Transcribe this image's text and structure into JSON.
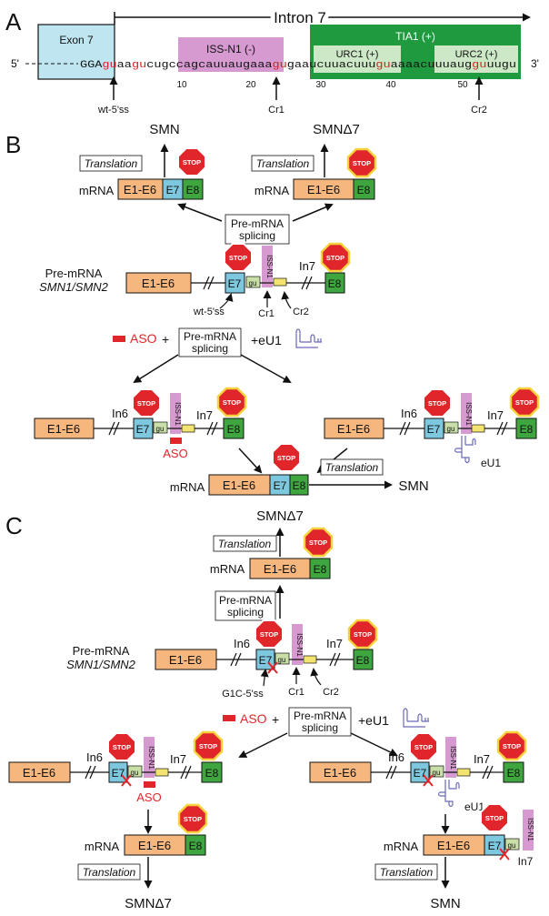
{
  "panelA": {
    "label": "A",
    "intron_label": "Intron 7",
    "exon7_label": "Exon 7",
    "iss_label": "ISS-N1 (-)",
    "tia_label": "TIA1 (+)",
    "urc1_label": "URC1 (+)",
    "urc2_label": "URC2 (+)",
    "five_prime": "5'",
    "three_prime": "3'",
    "seq_segments": [
      {
        "text": "GGA",
        "color": "#111"
      },
      {
        "text": "gu",
        "color": "#d62222"
      },
      {
        "text": "aa",
        "color": "#111"
      },
      {
        "text": "gu",
        "color": "#d62222"
      },
      {
        "text": "cugccagcauuaugaaa",
        "color": "#111"
      },
      {
        "text": "gu",
        "color": "#d62222"
      },
      {
        "text": "gaa",
        "color": "#111"
      },
      {
        "text": "ucuuacuuu",
        "color": "#111"
      },
      {
        "text": "gu",
        "color": "#d62222"
      },
      {
        "text": "aaaac",
        "color": "#111"
      },
      {
        "text": "uuuaug",
        "color": "#111"
      },
      {
        "text": "gu",
        "color": "#d62222"
      },
      {
        "text": "uugu",
        "color": "#111"
      }
    ],
    "ticks": [
      "10",
      "20",
      "30",
      "40",
      "50"
    ],
    "arrow_wt": "wt-5'ss",
    "arrow_cr1": "Cr1",
    "arrow_cr2": "Cr2"
  },
  "labels": {
    "panelB": "B",
    "panelC": "C",
    "SMN": "SMN",
    "SMNd7": "SMNΔ7",
    "translation": "Translation",
    "mrna": "mRNA",
    "e1e6": "E1-E6",
    "e7": "E7",
    "e8": "E8",
    "stop": "STOP",
    "splicing_line1": "Pre-mRNA",
    "splicing_line2": "splicing",
    "premrna": "Pre-mRNA",
    "smn12": "SMN1/SMN2",
    "in6": "In6",
    "in7": "In7",
    "gu": "gu",
    "iss": "ISS-N1",
    "wt5ss": "wt-5'ss",
    "g1c": "G1C-5'ss",
    "cr1": "Cr1",
    "cr2": "Cr2",
    "aso": "ASO",
    "plus": "+",
    "eu1": "+eU1",
    "eu1_label": "eU1"
  },
  "colors": {
    "exon": "#f6b77e",
    "e7": "#7ec8df",
    "e8": "#3fa63f",
    "iss": "#d79ad0",
    "tia": "#1f9a3f",
    "urc": "#cde8c6",
    "exon7_box": "#bfe6f0",
    "stop": "#e0262b",
    "stop_yellow": "#f6d33c",
    "aso": "#e0262b",
    "eu1": "#6a6ab8",
    "gu_box": "#c9dfa7",
    "cr_box": "#f3e36f"
  }
}
